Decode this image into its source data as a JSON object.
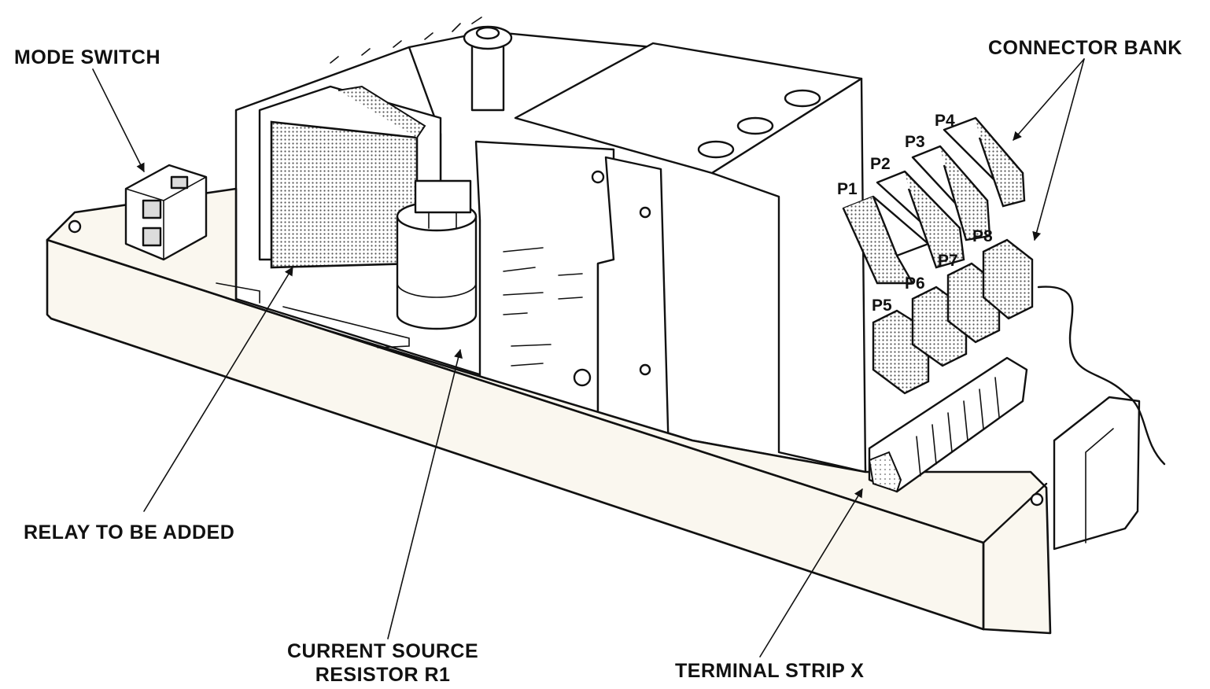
{
  "callouts": {
    "mode_switch": "MODE SWITCH",
    "connector_bank": "CONNECTOR BANK",
    "relay": "RELAY TO BE ADDED",
    "current_source_line1": "CURRENT SOURCE",
    "current_source_line2": "RESISTOR R1",
    "terminal_strip": "TERMINAL STRIP X"
  },
  "connectors": {
    "p1": "P1",
    "p2": "P2",
    "p3": "P3",
    "p4": "P4",
    "p5": "P5",
    "p6": "P6",
    "p7": "P7",
    "p8": "P8"
  },
  "colors": {
    "ink": "#111111",
    "tray": "#faf7ef",
    "shading": "#dcdcdc"
  }
}
